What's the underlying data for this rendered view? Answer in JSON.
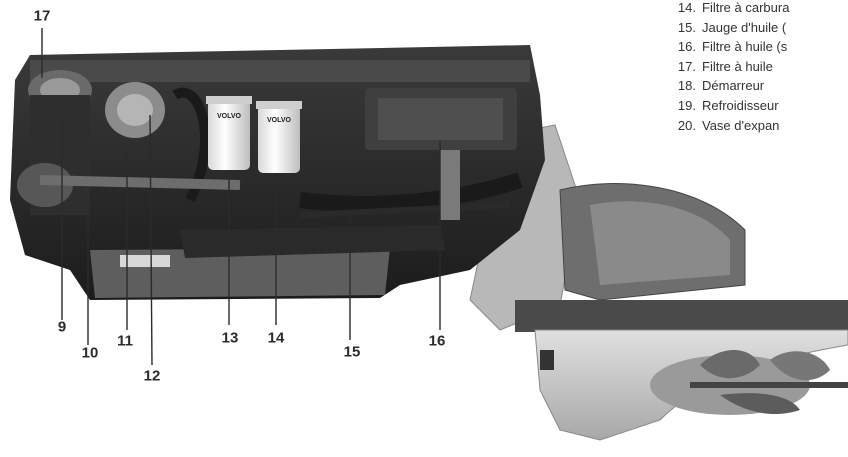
{
  "legend": [
    {
      "num": "14.",
      "text": "Filtre à carbura"
    },
    {
      "num": "15.",
      "text": "Jauge d'huile ("
    },
    {
      "num": "16.",
      "text": "Filtre à huile (s"
    },
    {
      "num": "17.",
      "text": "Filtre à huile"
    },
    {
      "num": "18.",
      "text": "Démarreur"
    },
    {
      "num": "19.",
      "text": "Refroidisseur"
    },
    {
      "num": "20.",
      "text": "Vase d'expan"
    }
  ],
  "callouts": {
    "c17": "17",
    "c9": "9",
    "c10": "10",
    "c11": "11",
    "c12": "12",
    "c13": "13",
    "c14": "14",
    "c15": "15",
    "c16": "16"
  },
  "filter_labels": {
    "f13": "VOLVO",
    "f14": "VOLVO"
  },
  "colors": {
    "engine_dark": "#2a2a2a",
    "engine_mid": "#555555",
    "filter_white": "#f2f2f2",
    "drive_light": "#c8c8c8",
    "text": "#2b2b2b"
  }
}
